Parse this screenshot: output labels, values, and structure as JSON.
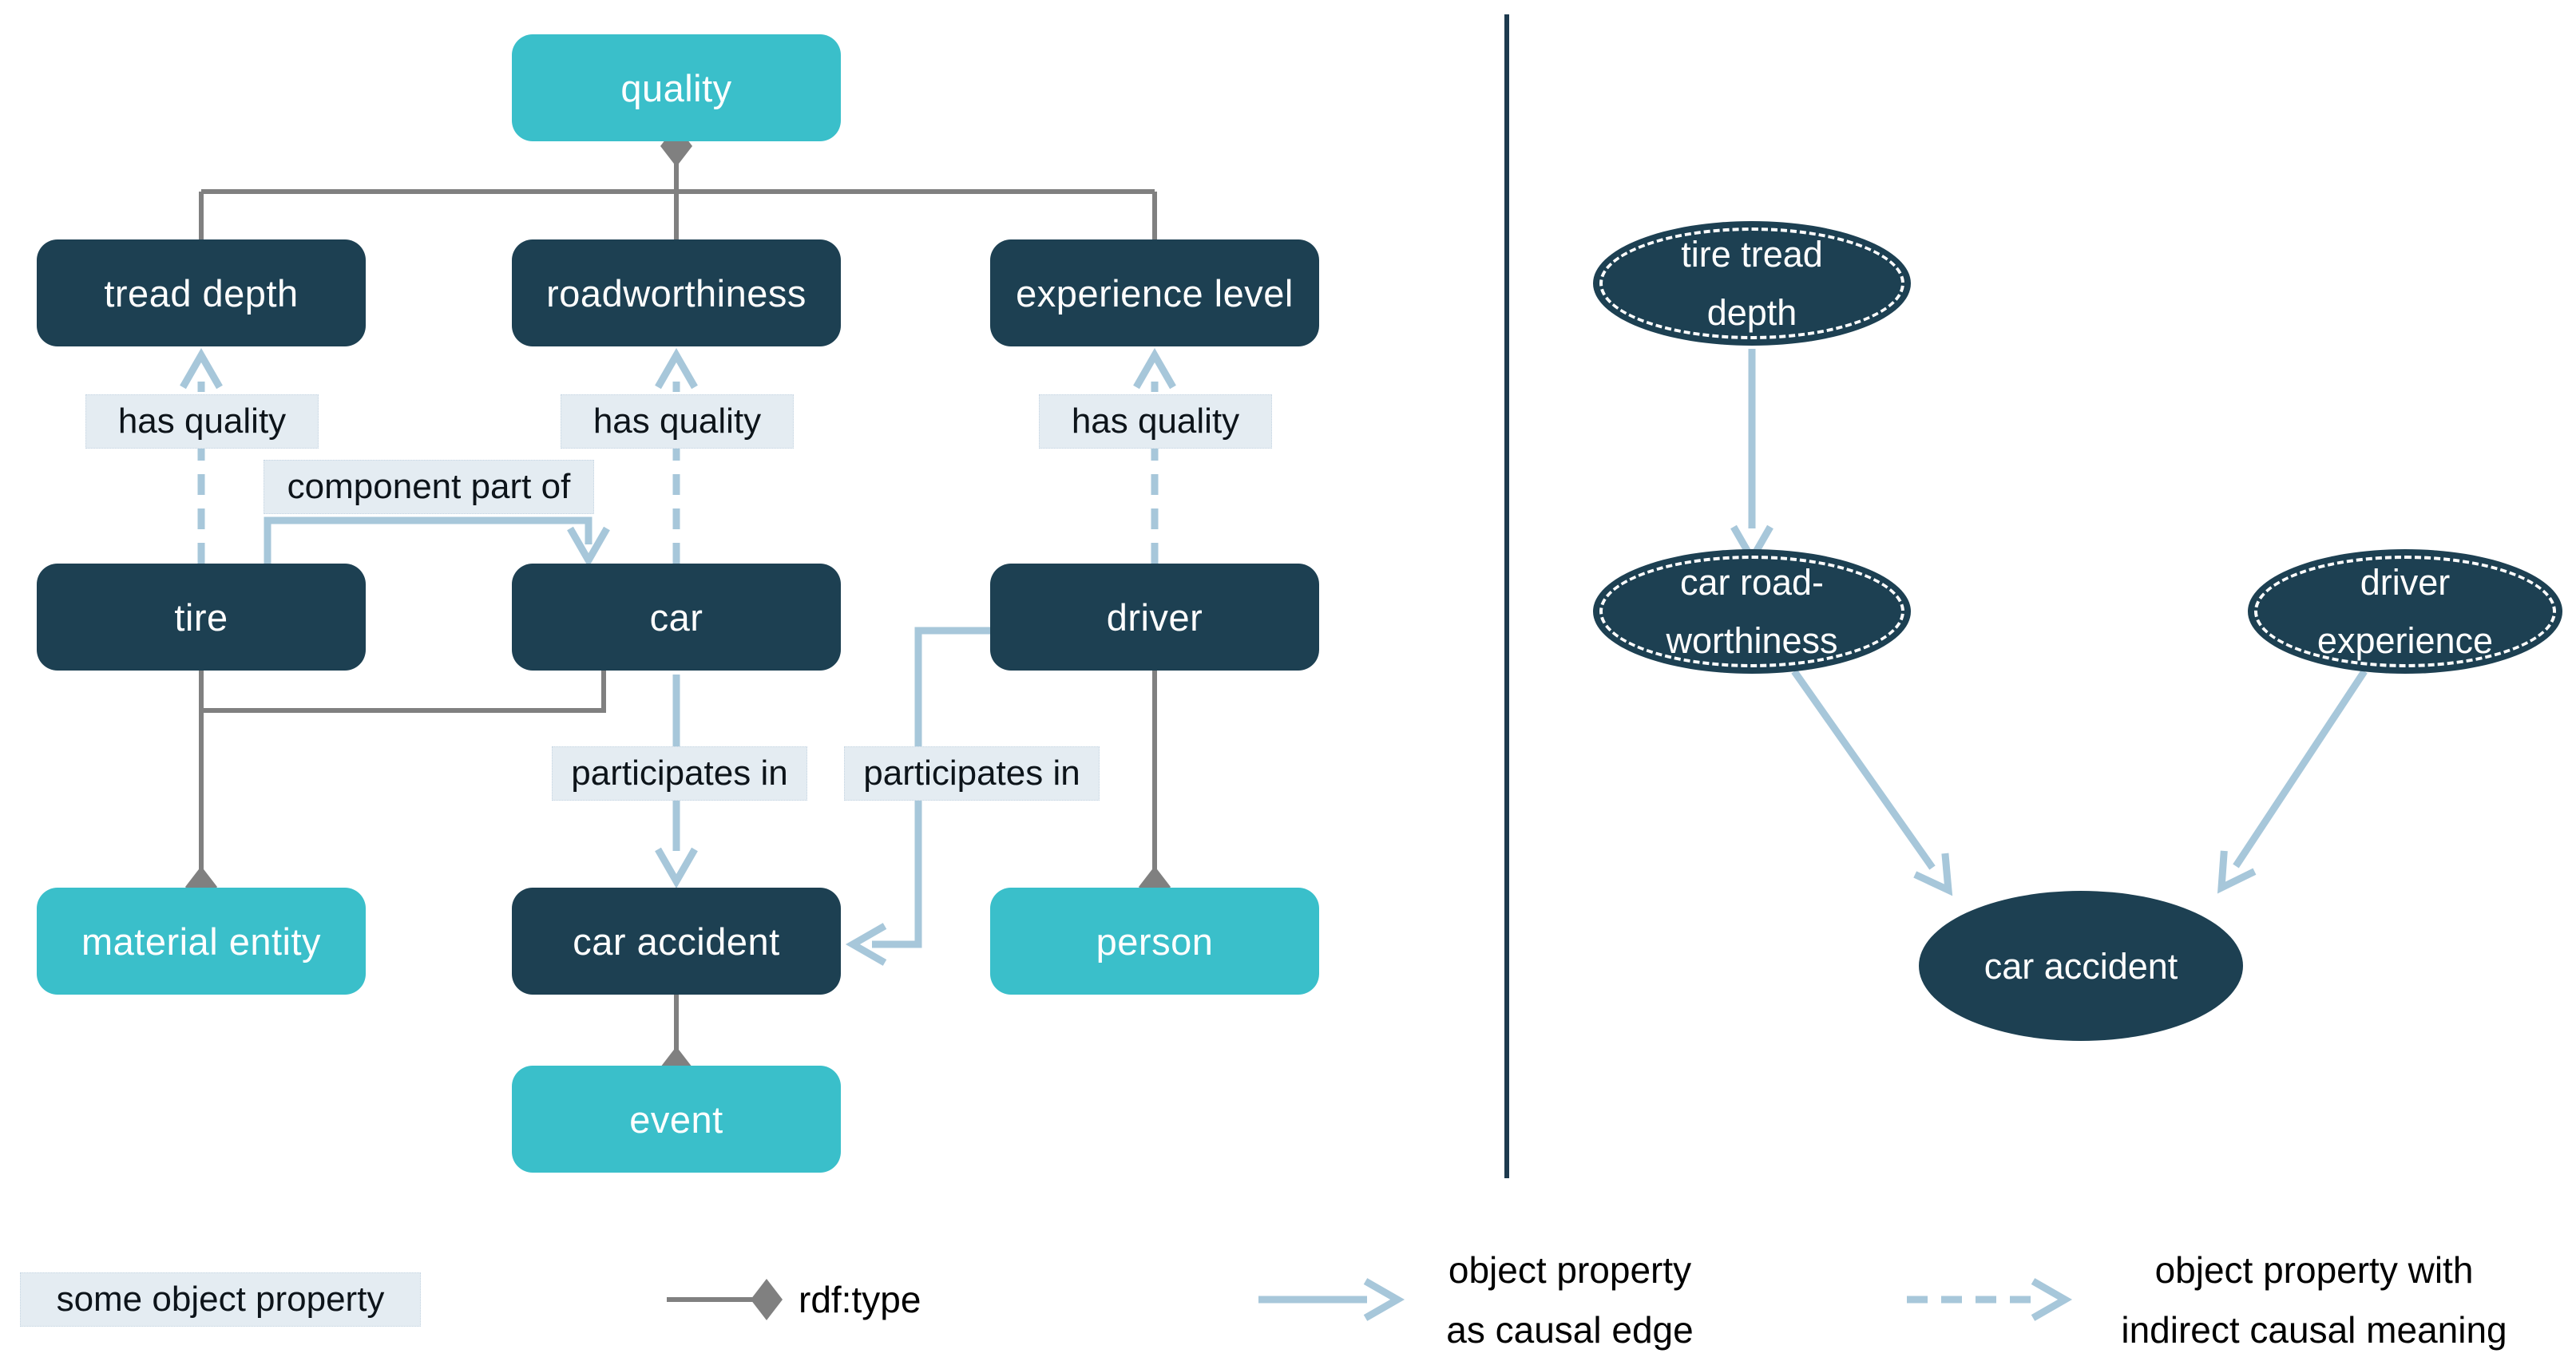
{
  "ontology_panel": {
    "nodes": {
      "quality": "quality",
      "tread_depth": "tread depth",
      "roadworthiness": "roadworthiness",
      "experience_level": "experience level",
      "tire": "tire",
      "car": "car",
      "driver": "driver",
      "material_entity": "material entity",
      "car_accident": "car accident",
      "person": "person",
      "event": "event"
    },
    "edge_labels": {
      "has_quality": "has quality",
      "component_part_of": "component part of",
      "participates_in": "participates in"
    }
  },
  "causal_panel": {
    "nodes": {
      "tire_tread_depth": {
        "line1": "tire tread",
        "line2": "depth"
      },
      "car_roadworthiness": {
        "line1": "car road-",
        "line2": "worthiness"
      },
      "driver_experience": {
        "line1": "driver",
        "line2": "experience"
      },
      "car_accident": {
        "line1": "car accident",
        "line2": ""
      }
    }
  },
  "legend": {
    "some_object_property": "some object property",
    "rdf_type": "rdf:type",
    "causal_edge_line1": "object property",
    "causal_edge_line2": "as causal edge",
    "indirect_causal_line1": "object property with",
    "indirect_causal_line2": "indirect causal meaning"
  },
  "colors": {
    "upper_class_teal": "#3abfca",
    "domain_class_navy": "#1d4052",
    "causal_edge_blue": "#a7c7da",
    "edge_label_bg": "#e4ecf2",
    "rdf_type_gray": "#808080",
    "divider_navy": "#1d3a4e"
  }
}
